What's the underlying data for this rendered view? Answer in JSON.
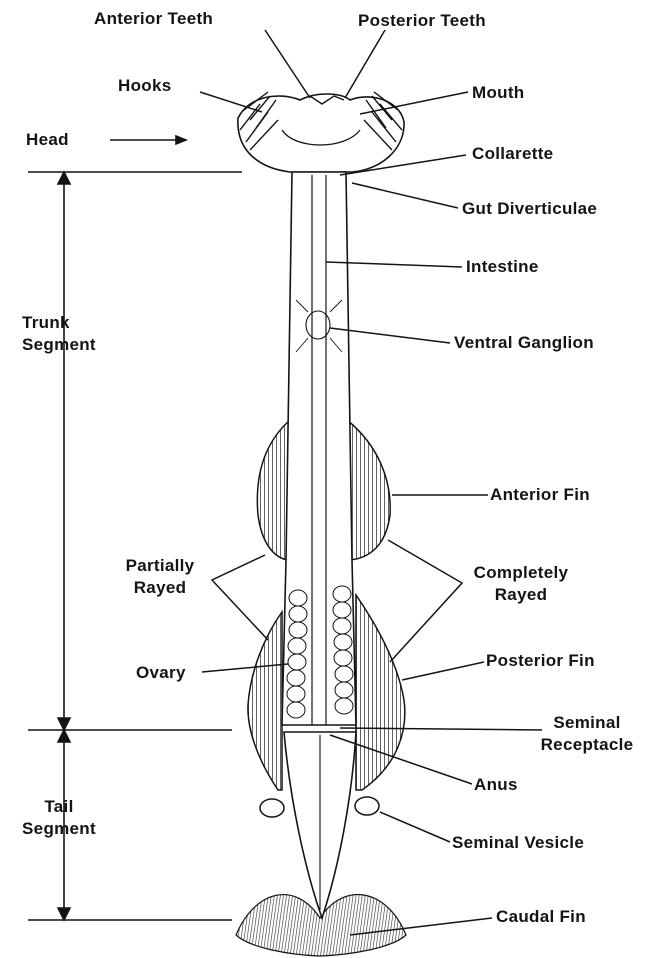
{
  "labels": {
    "anterior_teeth": "Anterior Teeth",
    "posterior_teeth": "Posterior Teeth",
    "hooks": "Hooks",
    "mouth": "Mouth",
    "head": "Head",
    "collarette": "Collarette",
    "gut_diverticulae": "Gut Diverticulae",
    "intestine": "Intestine",
    "ventral_ganglion": "Ventral Ganglion",
    "trunk_segment": "Trunk\nSegment",
    "anterior_fin": "Anterior Fin",
    "partially_rayed": "Partially\nRayed",
    "completely_rayed": "Completely\nRayed",
    "ovary": "Ovary",
    "posterior_fin": "Posterior Fin",
    "seminal_receptacle": "Seminal\nReceptacle",
    "anus": "Anus",
    "tail_segment": "Tail\nSegment",
    "seminal_vesicle": "Seminal Vesicle",
    "caudal_fin": "Caudal Fin"
  },
  "colors": {
    "ink": "#141414",
    "fin_hatch": "#444444",
    "background": "#ffffff"
  }
}
